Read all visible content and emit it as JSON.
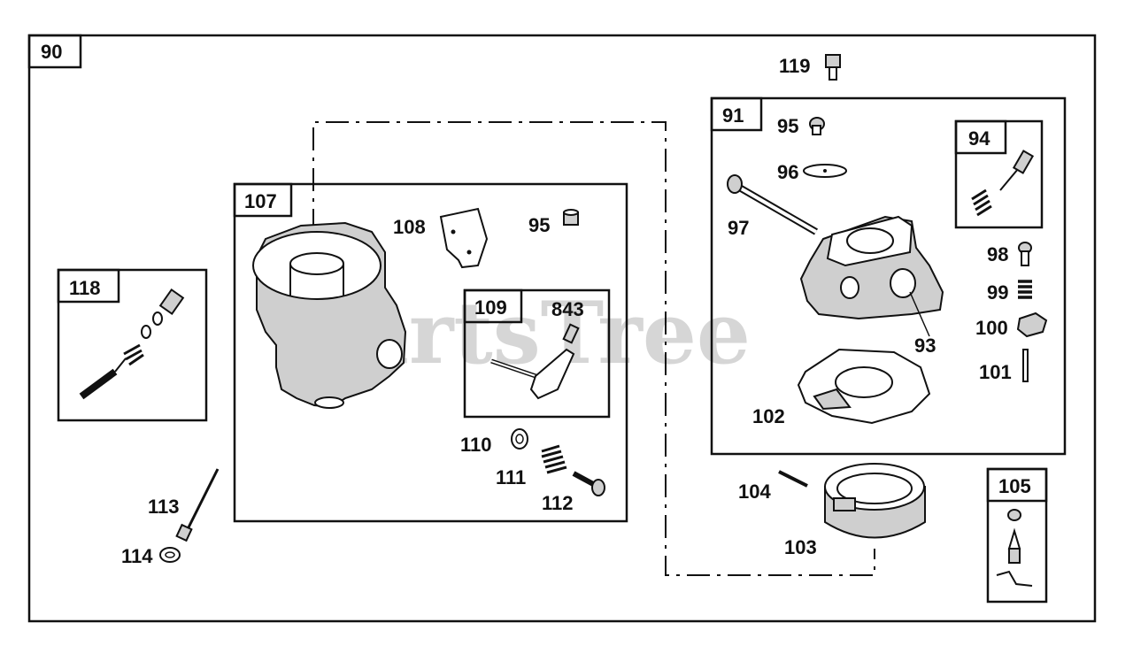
{
  "watermark": "PartsTree",
  "boxes": {
    "main": "90",
    "carb_body": "107",
    "throttle": "109",
    "upper_body": "91",
    "needle_valve": "94",
    "idle_valve": "118",
    "float_kit": "105"
  },
  "callouts": [
    {
      "id": "c119",
      "text": "119"
    },
    {
      "id": "c95a",
      "text": "95"
    },
    {
      "id": "c96",
      "text": "96"
    },
    {
      "id": "c97",
      "text": "97"
    },
    {
      "id": "c93",
      "text": "93"
    },
    {
      "id": "c98",
      "text": "98"
    },
    {
      "id": "c99",
      "text": "99"
    },
    {
      "id": "c100",
      "text": "100"
    },
    {
      "id": "c101",
      "text": "101"
    },
    {
      "id": "c102",
      "text": "102"
    },
    {
      "id": "c104",
      "text": "104"
    },
    {
      "id": "c103",
      "text": "103"
    },
    {
      "id": "c108",
      "text": "108"
    },
    {
      "id": "c95b",
      "text": "95"
    },
    {
      "id": "c843",
      "text": "843"
    },
    {
      "id": "c110",
      "text": "110"
    },
    {
      "id": "c111",
      "text": "111"
    },
    {
      "id": "c112",
      "text": "112"
    },
    {
      "id": "c113",
      "text": "113"
    },
    {
      "id": "c114",
      "text": "114"
    }
  ]
}
